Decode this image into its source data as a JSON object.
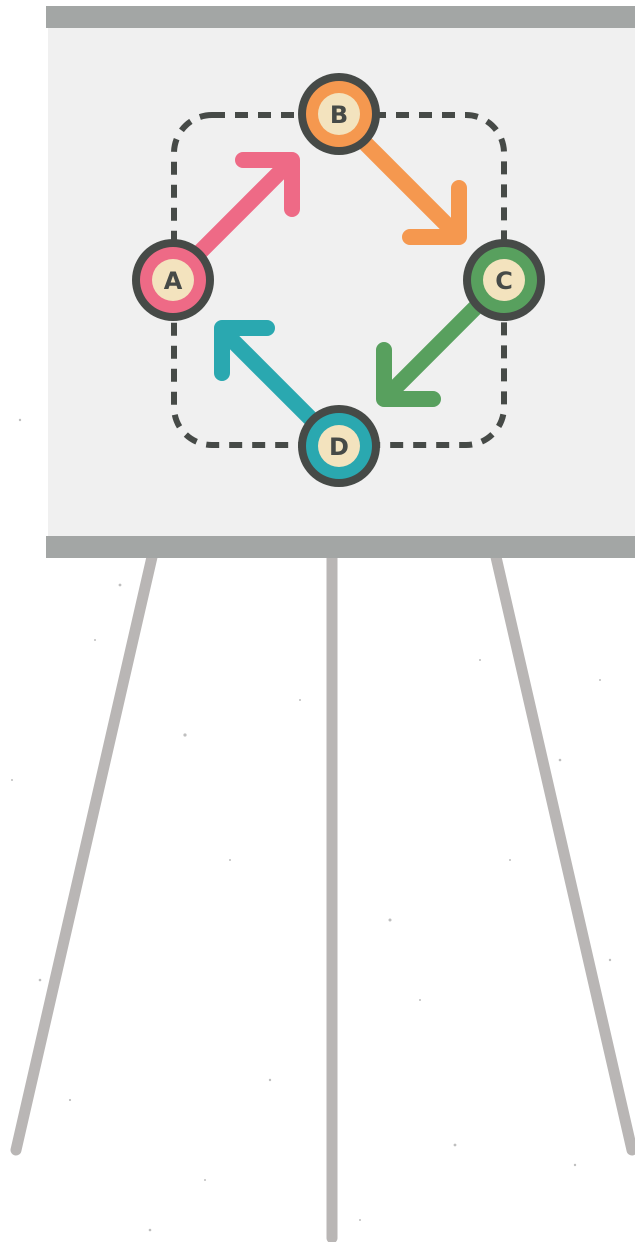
{
  "diagram": {
    "nodes": [
      {
        "id": "a",
        "label": "A"
      },
      {
        "id": "b",
        "label": "B"
      },
      {
        "id": "c",
        "label": "C"
      },
      {
        "id": "d",
        "label": "D"
      }
    ],
    "edges": [
      {
        "from": "a",
        "to": "b"
      },
      {
        "from": "b",
        "to": "c"
      },
      {
        "from": "c",
        "to": "d"
      },
      {
        "from": "d",
        "to": "a"
      }
    ]
  },
  "colors": {
    "node_a": "#EE6A86",
    "node_b": "#F5984F",
    "node_c": "#58A05E",
    "node_d": "#2AA8B0",
    "node_inner": "#F3E3BE",
    "node_ring": "#464A47",
    "dashed_loop": "#464A47",
    "board": "#F0F0F0",
    "board_rails": "#A3A6A5",
    "easel_legs": "#B9B6B5",
    "background": "#FFFFFF"
  },
  "icons": {
    "board": "flipchart-easel-icon"
  }
}
